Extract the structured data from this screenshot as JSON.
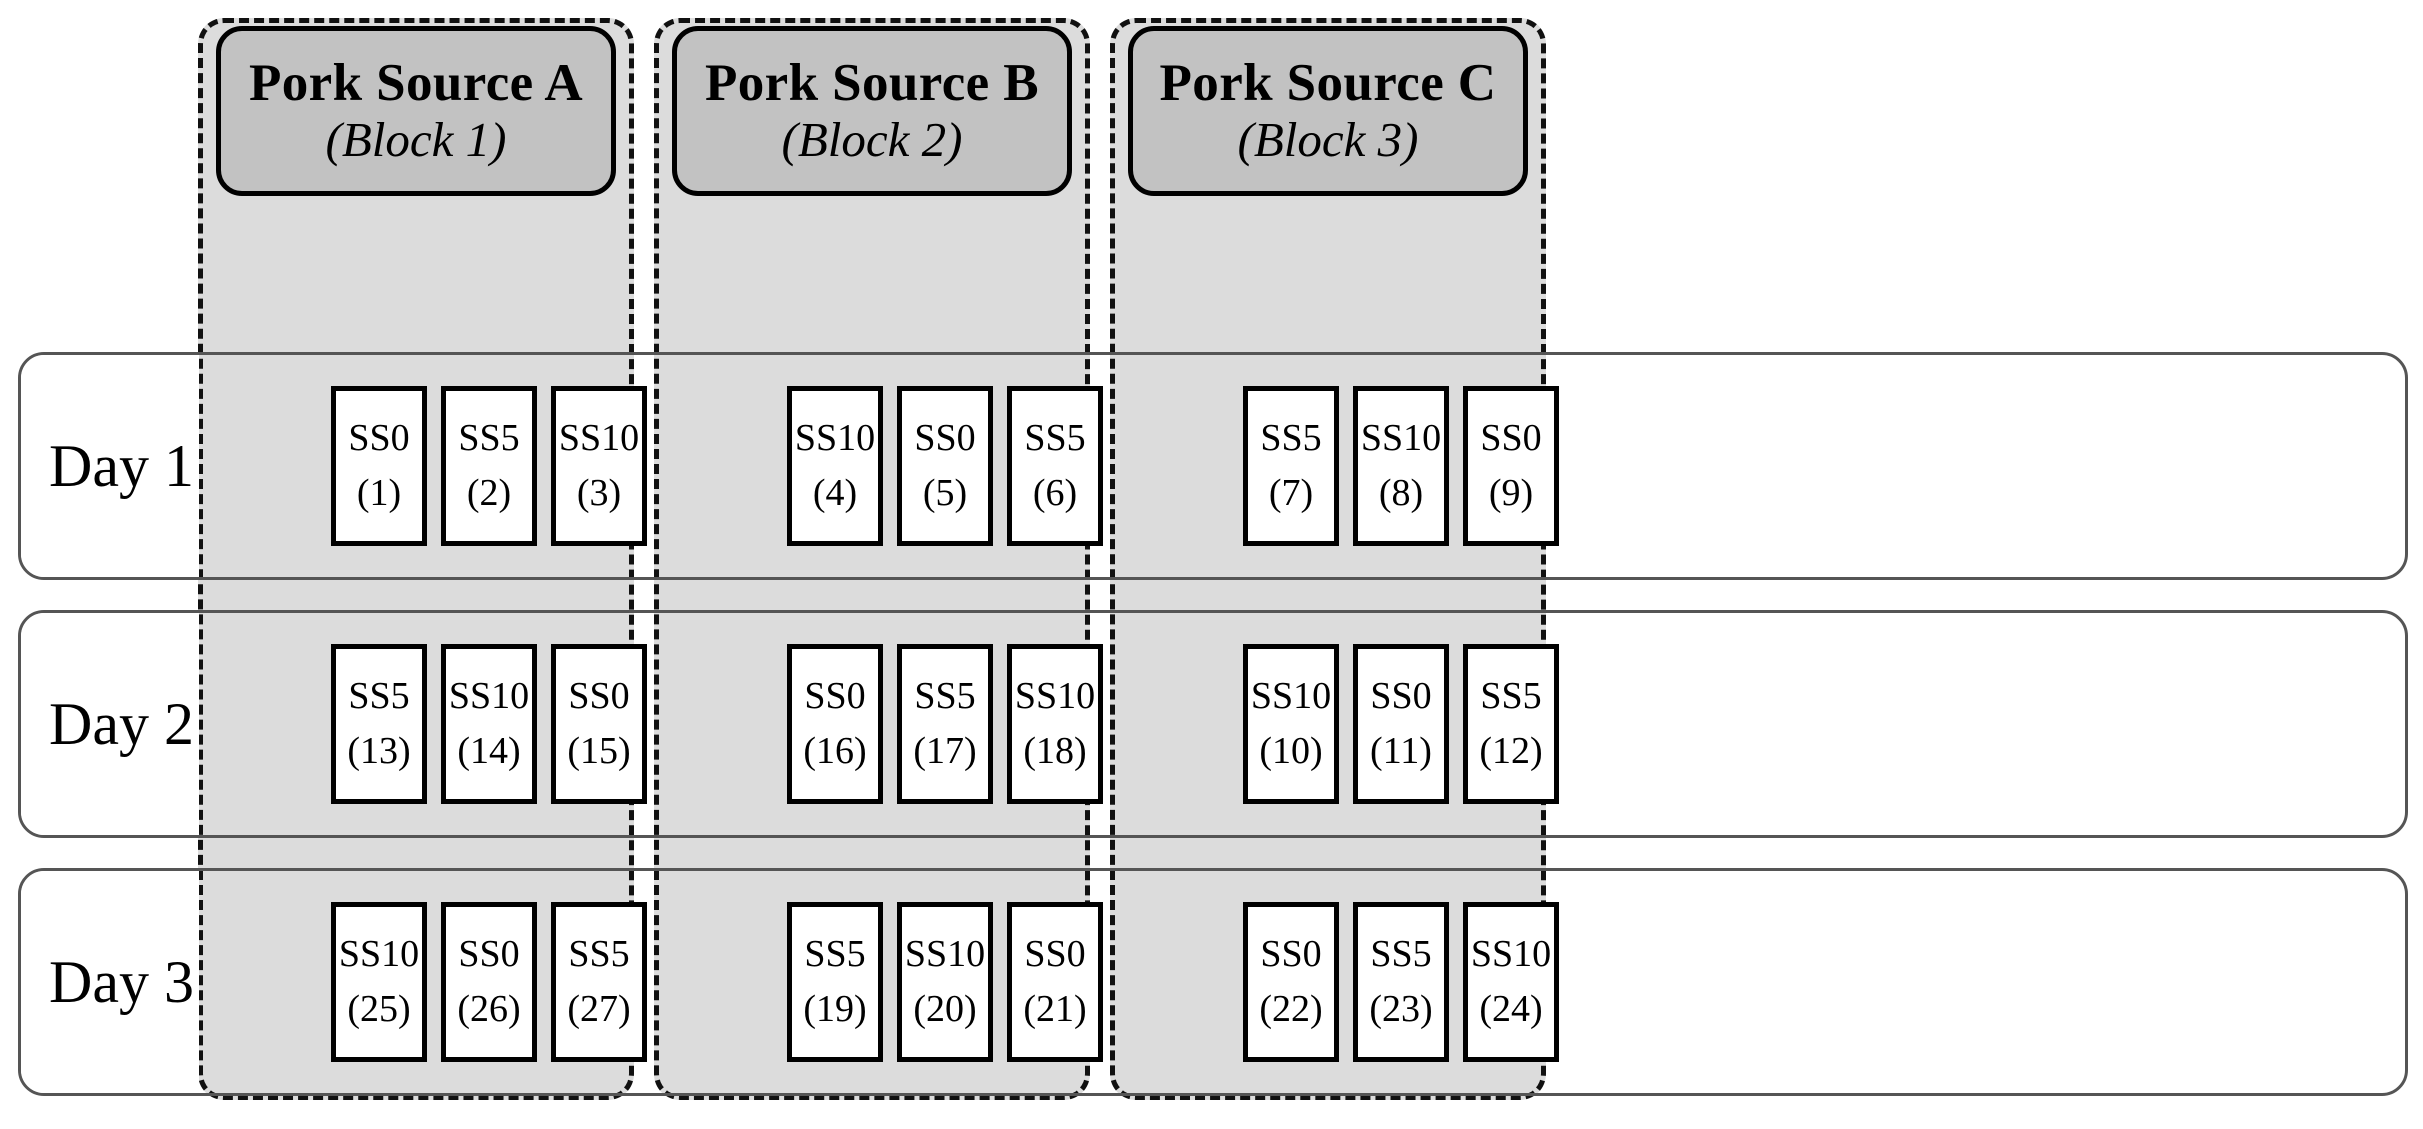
{
  "blocks": [
    {
      "title": "Pork Source A",
      "subtitle": "(Block 1)"
    },
    {
      "title": "Pork Source B",
      "subtitle": "(Block 2)"
    },
    {
      "title": "Pork Source C",
      "subtitle": "(Block 3)"
    }
  ],
  "days": [
    {
      "label": "Day 1"
    },
    {
      "label": "Day 2"
    },
    {
      "label": "Day 3"
    }
  ],
  "grid": {
    "d1": {
      "b1": [
        {
          "treatment": "SS0",
          "id": "(1)"
        },
        {
          "treatment": "SS5",
          "id": "(2)"
        },
        {
          "treatment": "SS10",
          "id": "(3)"
        }
      ],
      "b2": [
        {
          "treatment": "SS10",
          "id": "(4)"
        },
        {
          "treatment": "SS0",
          "id": "(5)"
        },
        {
          "treatment": "SS5",
          "id": "(6)"
        }
      ],
      "b3": [
        {
          "treatment": "SS5",
          "id": "(7)"
        },
        {
          "treatment": "SS10",
          "id": "(8)"
        },
        {
          "treatment": "SS0",
          "id": "(9)"
        }
      ]
    },
    "d2": {
      "b1": [
        {
          "treatment": "SS5",
          "id": "(13)"
        },
        {
          "treatment": "SS10",
          "id": "(14)"
        },
        {
          "treatment": "SS0",
          "id": "(15)"
        }
      ],
      "b2": [
        {
          "treatment": "SS0",
          "id": "(16)"
        },
        {
          "treatment": "SS5",
          "id": "(17)"
        },
        {
          "treatment": "SS10",
          "id": "(18)"
        }
      ],
      "b3": [
        {
          "treatment": "SS10",
          "id": "(10)"
        },
        {
          "treatment": "SS0",
          "id": "(11)"
        },
        {
          "treatment": "SS5",
          "id": "(12)"
        }
      ]
    },
    "d3": {
      "b1": [
        {
          "treatment": "SS10",
          "id": "(25)"
        },
        {
          "treatment": "SS0",
          "id": "(26)"
        },
        {
          "treatment": "SS5",
          "id": "(27)"
        }
      ],
      "b2": [
        {
          "treatment": "SS5",
          "id": "(19)"
        },
        {
          "treatment": "SS10",
          "id": "(20)"
        },
        {
          "treatment": "SS0",
          "id": "(21)"
        }
      ],
      "b3": [
        {
          "treatment": "SS0",
          "id": "(22)"
        },
        {
          "treatment": "SS5",
          "id": "(23)"
        },
        {
          "treatment": "SS10",
          "id": "(24)"
        }
      ]
    }
  },
  "colors": {
    "block_column_fill": "#dcdcdc",
    "block_header_fill": "#c2c2c2",
    "cell_fill": "#ffffff",
    "line": "#000000"
  }
}
